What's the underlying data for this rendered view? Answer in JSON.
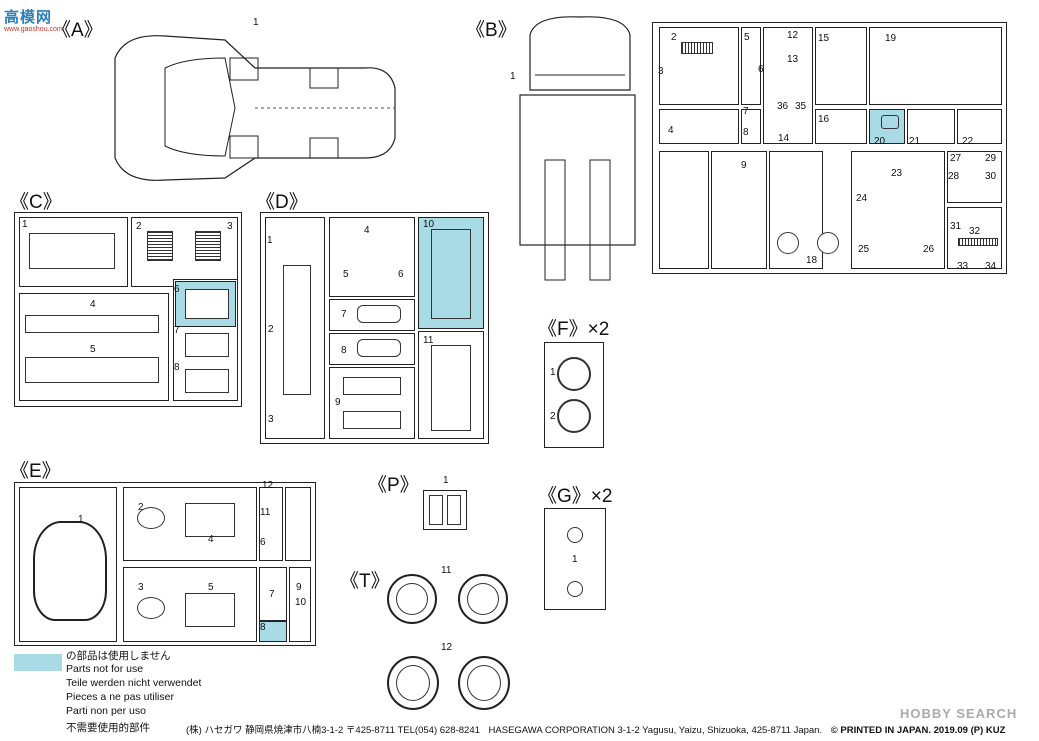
{
  "watermark": {
    "top": "高模网",
    "bottom": "www.gaoshou.com"
  },
  "sections": {
    "A": {
      "label": "《A》",
      "numbers": [
        "1"
      ]
    },
    "B": {
      "label": "《B》",
      "numbers": [
        "1",
        "2",
        "3",
        "4",
        "5",
        "6",
        "7",
        "8",
        "12",
        "13",
        "35",
        "36",
        "14",
        "15",
        "16",
        "19",
        "20",
        "21",
        "22",
        "9",
        "23",
        "24",
        "27",
        "28",
        "29",
        "30",
        "31",
        "32",
        "33",
        "34",
        "18",
        "25",
        "26"
      ]
    },
    "C": {
      "label": "《C》",
      "numbers": [
        "1",
        "2",
        "3",
        "4",
        "5",
        "6",
        "7",
        "8"
      ]
    },
    "D": {
      "label": "《D》",
      "numbers": [
        "1",
        "2",
        "3",
        "4",
        "5",
        "6",
        "7",
        "8",
        "9",
        "10",
        "11"
      ]
    },
    "E": {
      "label": "《E》",
      "numbers": [
        "1",
        "2",
        "3",
        "4",
        "5",
        "6",
        "7",
        "8",
        "9",
        "10",
        "11",
        "12"
      ]
    },
    "F": {
      "label": "《F》×2",
      "numbers": [
        "1",
        "2"
      ]
    },
    "G": {
      "label": "《G》×2",
      "numbers": [
        "1"
      ]
    },
    "P": {
      "label": "《P》",
      "numbers": [
        "1"
      ]
    },
    "T": {
      "label": "《T》",
      "numbers": [
        "11",
        "12"
      ]
    }
  },
  "legend": {
    "color": "#a8dbe6",
    "lines": [
      "の部品は使用しません",
      "Parts not for use",
      "Teile werden nicht verwendet",
      "Pieces a ne pas utiliser",
      "Parti non per uso",
      "不需要使用的部件"
    ]
  },
  "footer": {
    "company_jp": "(株) ハセガワ  静岡県焼津市八楠3-1-2  〒425-8711  TEL(054) 628-8241",
    "company_en": "HASEGAWA CORPORATION  3-1-2 Yagusu, Yaizu, Shizuoka, 425-8711 Japan.",
    "printed": "© PRINTED IN JAPAN. 2019.09 (P) KUZ"
  },
  "hobbysearch": "HOBBY SEARCH"
}
